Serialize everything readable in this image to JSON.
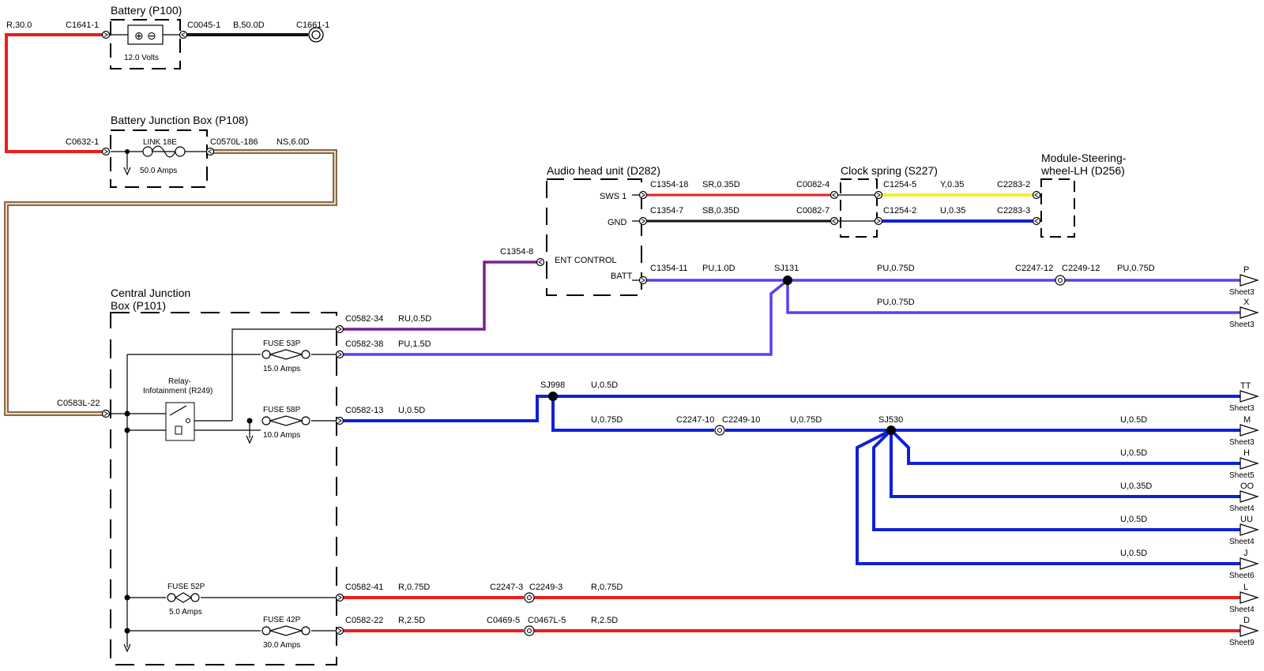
{
  "components": {
    "battery": {
      "title": "Battery (P100)",
      "rating": "12.0 Volts",
      "plus_symbol": "⊕",
      "minus_symbol": "⊖"
    },
    "bjb": {
      "title": "Battery Junction Box (P108)",
      "fuse": "LINK 18E",
      "rating": "50.0 Amps"
    },
    "cjb": {
      "title_line1": "Central Junction",
      "title_line2": "Box (P101)"
    },
    "relay": {
      "line1": "Relay-",
      "line2": "Infotainment (R249)"
    },
    "fuse53": {
      "name": "FUSE 53P",
      "rating": "15.0 Amps"
    },
    "fuse58": {
      "name": "FUSE 58P",
      "rating": "10.0 Amps"
    },
    "fuse52": {
      "name": "FUSE 52P",
      "rating": "5.0 Amps"
    },
    "fuse42": {
      "name": "FUSE 42P",
      "rating": "30.0 Amps"
    },
    "audio": {
      "title": "Audio head unit (D282)",
      "pin_sws1": "SWS 1",
      "pin_gnd": "GND",
      "pin_batt": "BATT",
      "ent": "ENT CONTROL"
    },
    "clock": {
      "title": "Clock spring (S227)"
    },
    "module": {
      "title_line1": "Module-Steering-",
      "title_line2": "wheel-LH (D256)"
    }
  },
  "connectors": {
    "c1641": "C1641-1",
    "c0045": "C0045-1",
    "c1661": "C1661-1",
    "c0632": "C0632-1",
    "c0570": "C0570L-186",
    "c0583": "C0583L-22",
    "c0582_34": "C0582-34",
    "c0582_38": "C0582-38",
    "c0582_13": "C0582-13",
    "c0582_41": "C0582-41",
    "c0582_22": "C0582-22",
    "c1354_8": "C1354-8",
    "c1354_18": "C1354-18",
    "c1354_7": "C1354-7",
    "c1354_11": "C1354-11",
    "c0082_4": "C0082-4",
    "c0082_7": "C0082-7",
    "c1254_5": "C1254-5",
    "c1254_2": "C1254-2",
    "c2283_2": "C2283-2",
    "c2283_3": "C2283-3",
    "c2247_12": "C2247-12",
    "c2249_12": "C2249-12",
    "c2247_10": "C2247-10",
    "c2249_10": "C2249-10",
    "c2247_3": "C2247-3",
    "c2249_3": "C2249-3",
    "c0469_5": "C0469-5",
    "c0467_5": "C0467L-5"
  },
  "splices": {
    "sj131": "SJ131",
    "sj998": "SJ998",
    "sj530": "SJ530"
  },
  "wires": {
    "r30": "R,30.0",
    "b50": "B,50.0D",
    "ns6": "NS,6.0D",
    "ru05": "RU,0.5D",
    "pu15": "PU,1.5D",
    "u05d": "U,0.5D",
    "sr035": "SR,0.35D",
    "sb035": "SB,0.35D",
    "y035": "Y,0.35",
    "u035": "U,0.35",
    "pu10": "PU,1.0D",
    "pu075_a": "PU,0.75D",
    "pu075_b": "PU,0.75D",
    "pu075_c": "PU,0.75D",
    "u05_sj998": "U,0.5D",
    "u075_a": "U,0.75D",
    "u075_b": "U,0.75D",
    "u05_m": "U,0.5D",
    "u05_h": "U,0.5D",
    "u035_oo": "U,0.35D",
    "u05_uu": "U,0.5D",
    "u05_j": "U,0.5D",
    "r075_a": "R,0.75D",
    "r075_b": "R,0.75D",
    "r25_a": "R,2.5D",
    "r25_b": "R,2.5D"
  },
  "offsheet": [
    {
      "letter": "P",
      "sheet": "Sheet3"
    },
    {
      "letter": "X",
      "sheet": "Sheet3"
    },
    {
      "letter": "TT",
      "sheet": "Sheet3"
    },
    {
      "letter": "M",
      "sheet": "Sheet3"
    },
    {
      "letter": "H",
      "sheet": "Sheet5"
    },
    {
      "letter": "OO",
      "sheet": "Sheet4"
    },
    {
      "letter": "UU",
      "sheet": "Sheet4"
    },
    {
      "letter": "J",
      "sheet": "Sheet6"
    },
    {
      "letter": "L",
      "sheet": "Sheet4"
    },
    {
      "letter": "D",
      "sheet": "Sheet9"
    }
  ],
  "colors": {
    "red": "#ee1c1c",
    "black": "#111111",
    "tan": "#b08a64",
    "purple": "#7a1f8c",
    "violet": "#5a3ff0",
    "blue": "#1020d8",
    "yellow": "#f2ee2a"
  }
}
